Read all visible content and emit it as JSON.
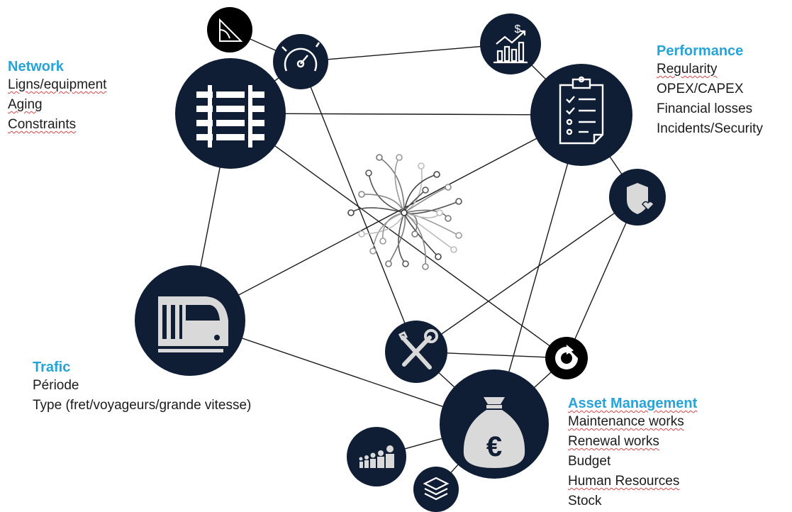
{
  "colors": {
    "node": "#0f1e35",
    "title": "#27a3d8",
    "text": "#1b1b1b",
    "edge": "#1a1a1a",
    "icon": "#ffffff",
    "icon_light": "#d9d9d9"
  },
  "nodes": [
    {
      "id": "rail",
      "icon": "rail-track-icon"
    },
    {
      "id": "performance",
      "icon": "clipboard-checklist-icon"
    },
    {
      "id": "train",
      "icon": "train-icon"
    },
    {
      "id": "money",
      "icon": "euro-money-bag-icon"
    },
    {
      "id": "tools",
      "icon": "wrench-screwdriver-icon"
    },
    {
      "id": "speed",
      "icon": "speedometer-icon"
    },
    {
      "id": "chart",
      "icon": "growth-chart-icon"
    },
    {
      "id": "shield",
      "icon": "shield-heart-icon"
    },
    {
      "id": "angle",
      "icon": "triangle-ruler-icon"
    },
    {
      "id": "cycle",
      "icon": "refresh-icon"
    },
    {
      "id": "people",
      "icon": "people-group-icon"
    },
    {
      "id": "layers",
      "icon": "layers-icon"
    },
    {
      "id": "center",
      "icon": "network-hub-icon"
    }
  ],
  "edges": [
    [
      "rail",
      "speed"
    ],
    [
      "rail",
      "performance"
    ],
    [
      "rail",
      "train"
    ],
    [
      "rail",
      "cycle"
    ],
    [
      "speed",
      "chart"
    ],
    [
      "speed",
      "tools"
    ],
    [
      "angle",
      "speed"
    ],
    [
      "chart",
      "performance"
    ],
    [
      "performance",
      "train"
    ],
    [
      "performance",
      "shield"
    ],
    [
      "performance",
      "money"
    ],
    [
      "shield",
      "tools"
    ],
    [
      "shield",
      "cycle"
    ],
    [
      "tools",
      "cycle"
    ],
    [
      "tools",
      "money"
    ],
    [
      "train",
      "money"
    ],
    [
      "money",
      "cycle"
    ],
    [
      "money",
      "people"
    ],
    [
      "money",
      "layers"
    ]
  ],
  "blocks": {
    "network": {
      "title": "Network",
      "lines": [
        "Ligns/equipment",
        "Aging",
        "Constraints"
      ]
    },
    "performance": {
      "title": "Performance",
      "lines": [
        "Regularity",
        "OPEX/CAPEX",
        "Financial losses",
        "Incidents/Security"
      ]
    },
    "trafic": {
      "title": "Trafic",
      "lines": [
        "Période",
        "Type (fret/voyageurs/grande vitesse)"
      ]
    },
    "asset": {
      "title": "Asset Management",
      "lines": [
        "Maintenance works",
        "Renewal works",
        "Budget",
        "Human Resources",
        "Stock"
      ]
    }
  }
}
